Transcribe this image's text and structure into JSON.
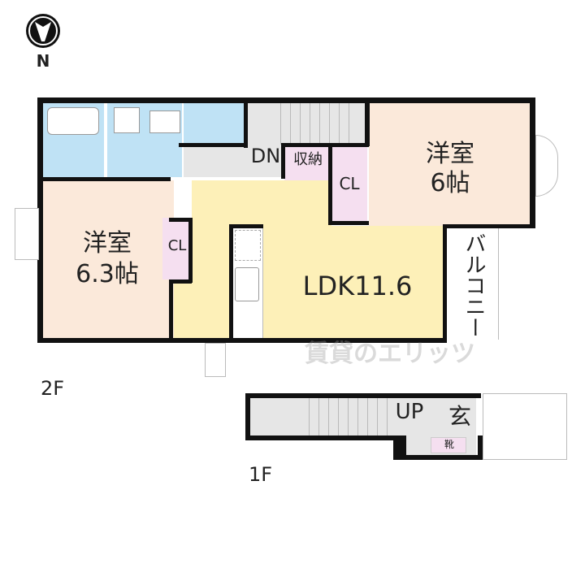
{
  "compass": {
    "label": "N"
  },
  "floors": {
    "second": {
      "label": "2F",
      "rooms": {
        "bedroom_right": {
          "name": "洋室",
          "size": "6帖"
        },
        "bedroom_left": {
          "name": "洋室",
          "size": "6.3帖"
        },
        "ldk": {
          "name": "LDK11.6"
        },
        "closet_left": {
          "name": "CL"
        },
        "closet_right": {
          "name": "CL"
        },
        "storage": {
          "name": "収納"
        },
        "stairs": {
          "name": "DN"
        },
        "balcony": {
          "name": "バルコニー"
        }
      }
    },
    "first": {
      "label": "1F",
      "rooms": {
        "stairs": {
          "name": "UP"
        },
        "entrance": {
          "name": "玄"
        },
        "shoe_box": {
          "name": "靴"
        }
      }
    }
  },
  "watermark": {
    "text": "賃貸のエリッツ"
  },
  "colors": {
    "bedroom": "#fbe9da",
    "ldk": "#fdf0b8",
    "wet": "#bfe2f5",
    "closet": "#f5dff0",
    "stairs": "#e6e6e6",
    "wall": "#111111"
  }
}
